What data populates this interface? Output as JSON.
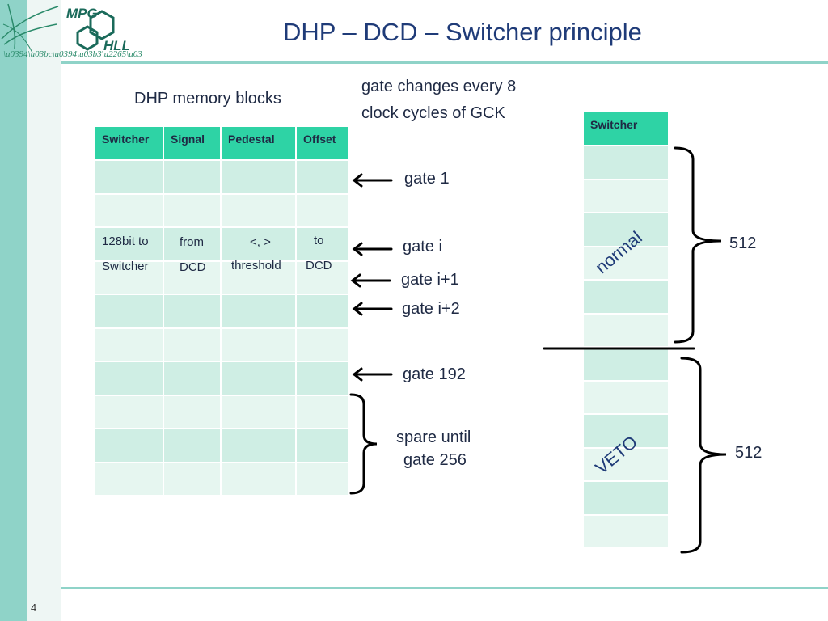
{
  "slide": {
    "title": "DHP – DCD – Switcher principle",
    "page_number": "4",
    "logo_text": "MPG HLL"
  },
  "left_panel": {
    "heading": "DHP memory blocks",
    "columns": [
      "Switcher",
      "Signal",
      "Pedestal",
      "Offset"
    ],
    "contents": {
      "switcher": [
        "128bit to",
        "Switcher"
      ],
      "signal": [
        "from",
        "DCD"
      ],
      "pedestal": [
        "<, >",
        "threshold"
      ],
      "offset": [
        "to",
        "DCD"
      ]
    }
  },
  "gates": {
    "note_line1": "gate changes every 8",
    "note_line2": "clock cycles of GCK",
    "gate_1": "gate 1",
    "gate_i": "gate i",
    "gate_i1": "gate i+1",
    "gate_i2": "gate i+2",
    "gate_192": "gate 192",
    "spare_line1": "spare until",
    "spare_line2": "gate 256"
  },
  "right_panel": {
    "header": "Switcher",
    "normal_label": "normal",
    "veto_label": "VETO",
    "count_top": "512",
    "count_bottom": "512"
  },
  "colors": {
    "sidebar": "#8fd3c8",
    "header_green": "#2ed3a5",
    "cell_dark": "#cfeee4",
    "cell_light": "#e6f6f0",
    "title_blue": "#1f3b78"
  }
}
